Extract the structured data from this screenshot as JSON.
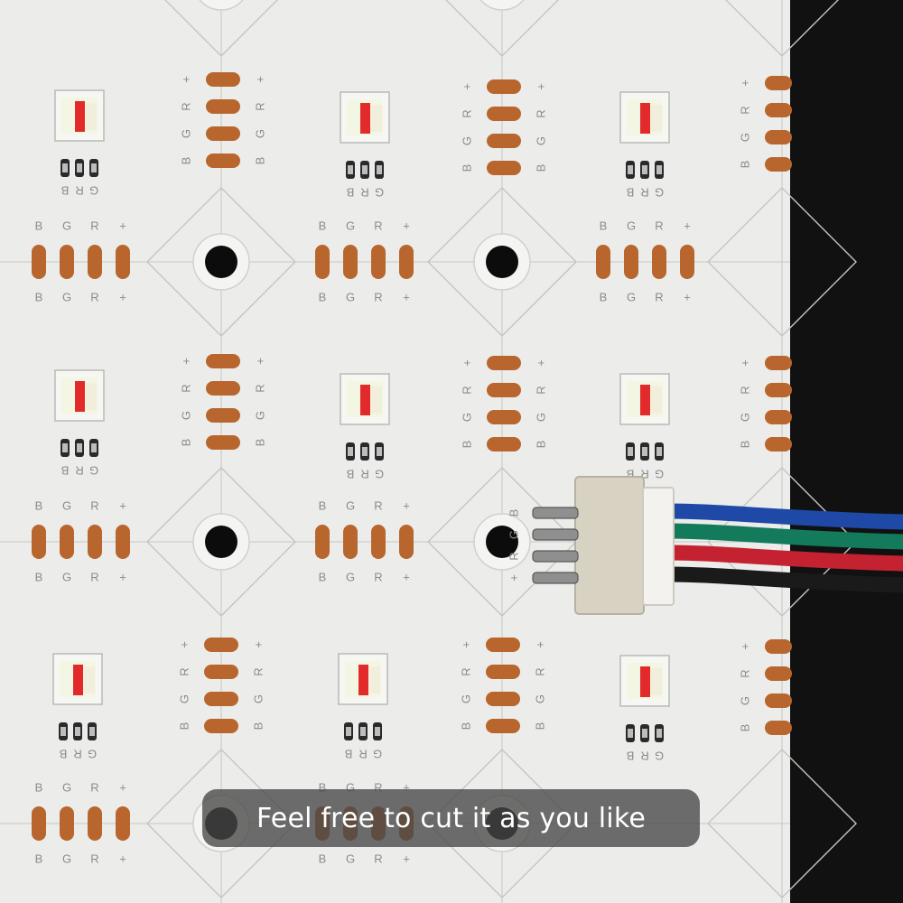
{
  "caption": {
    "text": "Feel free to cut it as you like"
  },
  "board": {
    "pad_labels_h": [
      "B",
      "G",
      "R",
      "+"
    ],
    "pad_labels_v": [
      "+",
      "R",
      "G",
      "B"
    ],
    "resistor_labels": [
      "B",
      "R",
      "G"
    ],
    "colors": {
      "pcb": "#ecedea",
      "trace": "#c4c6c2",
      "pad": "#b8662e",
      "background": "#101010",
      "led_red": "#e32a2a",
      "led_white": "#f4f6e4",
      "wire_blue": "#1f49a6",
      "wire_green": "#137a5c",
      "wire_red": "#c42231",
      "wire_black": "#1a1a1a",
      "connector": "#d8d2c3"
    }
  }
}
